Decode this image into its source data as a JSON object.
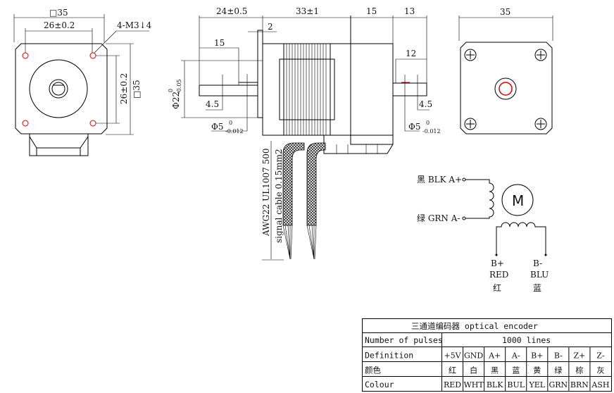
{
  "front_view": {
    "dim_width": "□35",
    "dim_hole_spacing_h": "26±0.2",
    "dim_hole_spacing_v": "26±0.2",
    "dim_height": "□35",
    "hole_note": "4-M3↓4"
  },
  "side_view": {
    "dim_front_shaft": "24±0.5",
    "dim_body": "33±1",
    "dim_encoder": "15",
    "dim_rear_shaft": "13",
    "dim_flange": "2",
    "dim_flat_front": "15",
    "dim_flat_rear": "12",
    "dim_flat_depth_front": "4.5",
    "dim_flat_depth_rear": "4.5",
    "dim_boss_diameter": "Φ22",
    "dim_boss_tol_upper": "0",
    "dim_boss_tol_lower": "-0.05",
    "dim_shaft_front": "Φ5",
    "dim_shaft_rear": "Φ5",
    "dim_shaft_tol_upper": "0",
    "dim_shaft_tol_lower": "-0.012",
    "cable_spec_1": "AWG22 UL1007 500",
    "cable_spec_2": "signal cable 0.15mm2"
  },
  "rear_view": {
    "dim_width": "35"
  },
  "wiring": {
    "motor_label": "M",
    "a_plus": "黑 BLK A+",
    "a_minus": "绿 GRN A-",
    "b_plus": {
      "label": "B+",
      "color_en": "RED",
      "color_cn": "红"
    },
    "b_minus": {
      "label": "B-",
      "color_en": "BLU",
      "color_cn": "蓝"
    }
  },
  "encoder_table": {
    "title": "三通道编码器 optical encoder",
    "pulses_label": "Number of pulses",
    "pulses_value": "1000 lines",
    "rows": [
      {
        "label": "Definition",
        "cells": [
          "+5V",
          "GND",
          "A+",
          "A-",
          "B+",
          "B-",
          "Z+",
          "Z-"
        ]
      },
      {
        "label": "颜色",
        "cells": [
          "红",
          "白",
          "黑",
          "蓝",
          "黄",
          "绿",
          "棕",
          "灰"
        ]
      },
      {
        "label": "Colour",
        "cells": [
          "RED",
          "WHT",
          "BLK",
          "BUL",
          "YEL",
          "GRN",
          "BRN",
          "ASH"
        ]
      }
    ]
  }
}
